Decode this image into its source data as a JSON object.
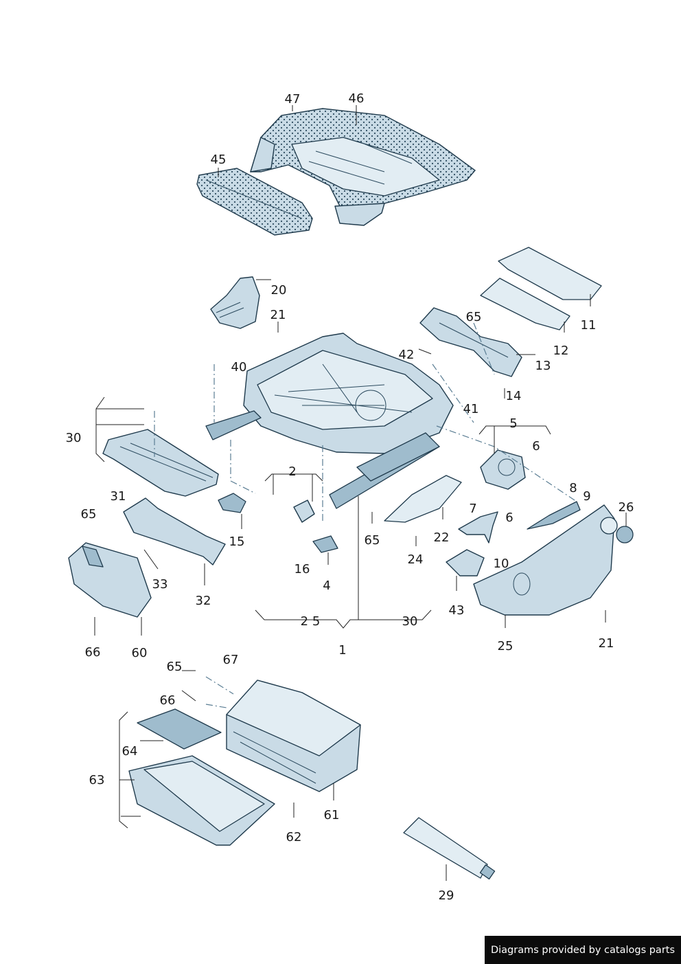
{
  "diagram": {
    "callouts": [
      "47",
      "46",
      "45",
      "20",
      "21",
      "11",
      "65",
      "42",
      "12",
      "13",
      "40",
      "14",
      "30",
      "41",
      "5",
      "6",
      "2",
      "31",
      "15",
      "65",
      "16",
      "4",
      "7",
      "22",
      "8",
      "9",
      "26",
      "6",
      "24",
      "10",
      "65",
      "33",
      "32",
      "43",
      "66",
      "60",
      "2 5",
      "30",
      "1",
      "25",
      "21",
      "65",
      "67",
      "66",
      "64",
      "63",
      "61",
      "62",
      "29"
    ],
    "colors": {
      "part_fill": "#c9dbe6",
      "part_stroke": "#1f3a4c",
      "dash": "#5a7d93"
    }
  },
  "footer": {
    "credit": "Diagrams provided by catalogs parts"
  }
}
